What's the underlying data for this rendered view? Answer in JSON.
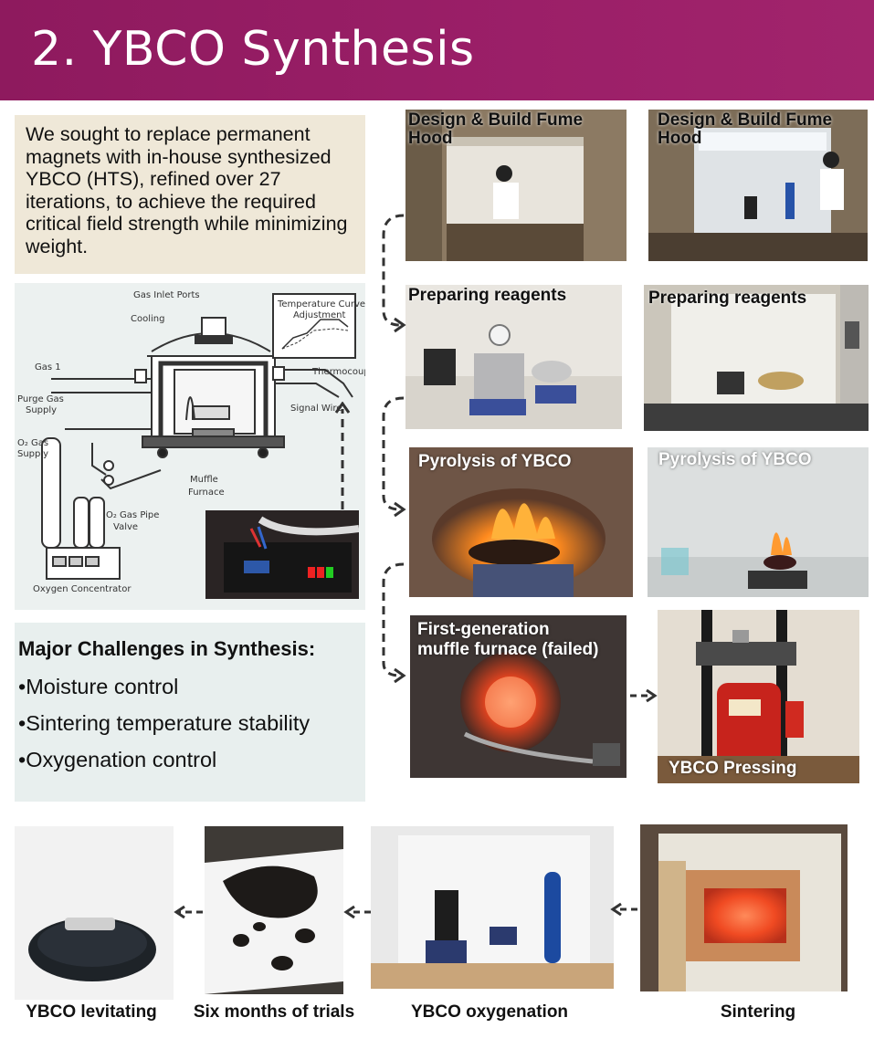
{
  "header": {
    "title": "2. YBCO Synthesis"
  },
  "intro": {
    "text": "We sought to replace permanent magnets with in-house synthesized YBCO (HTS), refined over 27 iterations, to achieve the required critical field strength while minimizing weight."
  },
  "diagram": {
    "gas_inlet_ports": "Gas Inlet Ports",
    "cooling": "Cooling",
    "temperature_curve_line1": "Temperature Curve",
    "temperature_curve_line2": "Adjustment",
    "thermocouple": "Thermocoup",
    "signal_wire": "Signal Wire",
    "gas1": "Gas 1",
    "purge_gas_line1": "Purge Gas",
    "purge_gas_line2": "Supply",
    "o2_gas_line1": "O₂ Gas",
    "o2_gas_line2": "Supply",
    "muffle_line1": "Muffle",
    "muffle_line2": "Furnace",
    "o2_pipe_line1": "O₂ Gas Pipe",
    "o2_pipe_line2": "Valve",
    "oxygen_concentrator": "Oxygen Concentrator"
  },
  "challenges": {
    "title": "Major Challenges in Synthesis:",
    "items": [
      "•Moisture control",
      "•Sintering temperature stability",
      "•Oxygenation control"
    ]
  },
  "photos": {
    "fume_hood_1": "Design & Build Fume Hood",
    "fume_hood_2": "Design & Build Fume Hood",
    "reagents_1": "Preparing reagents",
    "reagents_2": "Preparing reagents",
    "pyrolysis_1": "Pyrolysis of YBCO",
    "pyrolysis_2": "Pyrolysis of YBCO",
    "furnace_line1": "First-generation",
    "furnace_line2": "muffle furnace (failed)",
    "pressing": "YBCO Pressing"
  },
  "bottom": {
    "levitating": "YBCO levitating",
    "trials": "Six months of trials",
    "oxygenation": "YBCO oxygenation",
    "sintering": "Sintering"
  }
}
